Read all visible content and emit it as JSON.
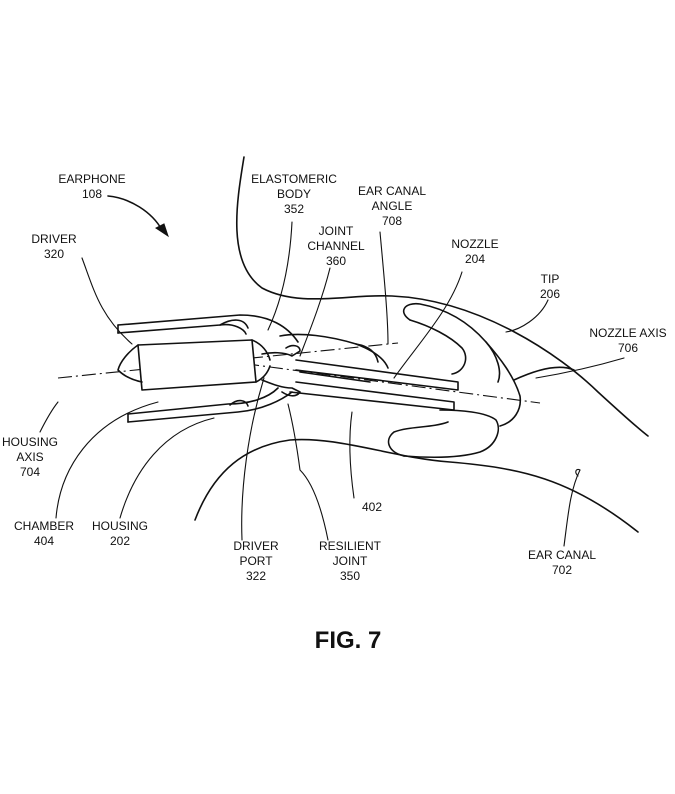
{
  "figure": {
    "caption": "FIG. 7",
    "labels": {
      "earphone": [
        "EARPHONE",
        "108"
      ],
      "driver": [
        "DRIVER",
        "320"
      ],
      "elastomeric_body": [
        "ELASTOMERIC",
        "BODY",
        "352"
      ],
      "ear_canal_angle": [
        "EAR CANAL",
        "ANGLE",
        "708"
      ],
      "joint_channel": [
        "JOINT",
        "CHANNEL",
        "360"
      ],
      "nozzle": [
        "NOZZLE",
        "204"
      ],
      "tip": [
        "TIP",
        "206"
      ],
      "nozzle_axis": [
        "NOZZLE AXIS",
        "706"
      ],
      "housing_axis": [
        "HOUSING",
        "AXIS",
        "704"
      ],
      "chamber": [
        "CHAMBER",
        "404"
      ],
      "housing": [
        "HOUSING",
        "202"
      ],
      "driver_port": [
        "DRIVER",
        "PORT",
        "322"
      ],
      "resilient_joint": [
        "RESILIENT",
        "JOINT",
        "350"
      ],
      "ref_402": [
        "402"
      ],
      "ear_canal": [
        "EAR CANAL",
        "702"
      ]
    }
  }
}
